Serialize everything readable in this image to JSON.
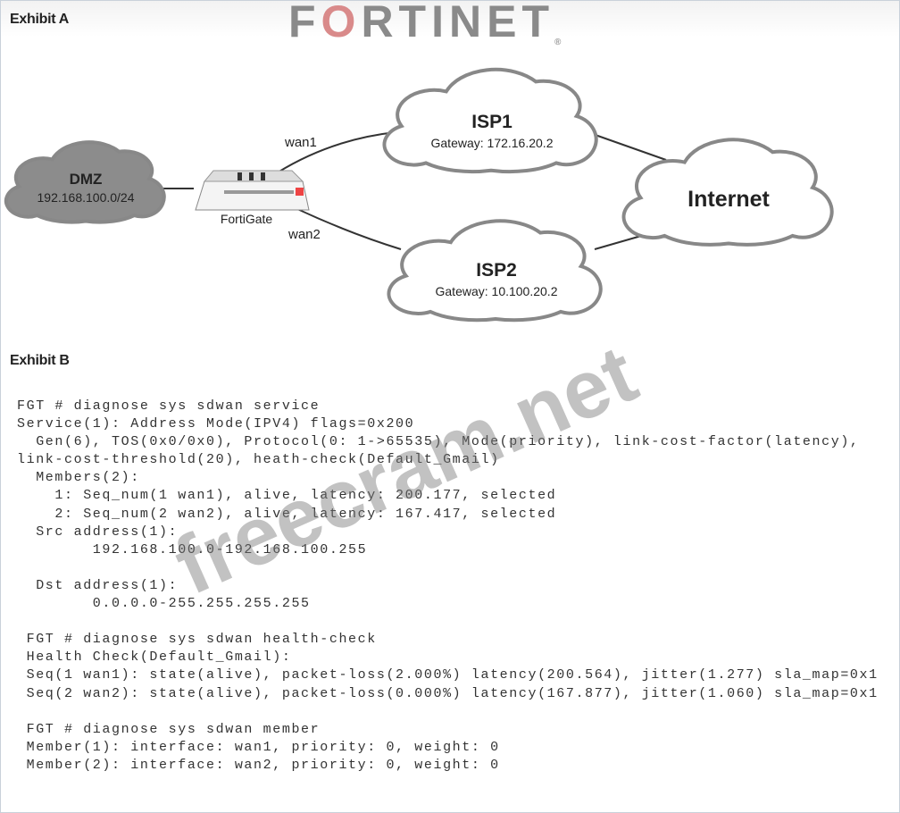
{
  "exhibit_a": "Exhibit A",
  "exhibit_b": "Exhibit B",
  "logo": "FORTINET",
  "watermark": "freecram.net",
  "diagram": {
    "dmz": {
      "name": "DMZ",
      "subnet": "192.168.100.0/24"
    },
    "fortigate": "FortiGate",
    "wan1": "wan1",
    "wan2": "wan2",
    "isp1": {
      "name": "ISP1",
      "gateway": "Gateway: 172.16.20.2"
    },
    "isp2": {
      "name": "ISP2",
      "gateway": "Gateway: 10.100.20.2"
    },
    "internet": "Internet"
  },
  "cli": [
    "FGT # diagnose sys sdwan service",
    "Service(1): Address Mode(IPV4) flags=0x200",
    "  Gen(6), TOS(0x0/0x0), Protocol(0: 1->65535), Mode(priority), link-cost-factor(latency),",
    "link-cost-threshold(20), heath-check(Default_Gmail)",
    "  Members(2):",
    "    1: Seq_num(1 wan1), alive, latency: 200.177, selected",
    "    2: Seq_num(2 wan2), alive, latency: 167.417, selected",
    "  Src address(1):",
    "        192.168.100.0-192.168.100.255",
    "",
    "  Dst address(1):",
    "        0.0.0.0-255.255.255.255",
    "",
    " FGT # diagnose sys sdwan health-check",
    " Health Check(Default_Gmail):",
    " Seq(1 wan1): state(alive), packet-loss(2.000%) latency(200.564), jitter(1.277) sla_map=0x1",
    " Seq(2 wan2): state(alive), packet-loss(0.000%) latency(167.877), jitter(1.060) sla_map=0x1",
    "",
    " FGT # diagnose sys sdwan member",
    " Member(1): interface: wan1, priority: 0, weight: 0",
    " Member(2): interface: wan2, priority: 0, weight: 0"
  ]
}
